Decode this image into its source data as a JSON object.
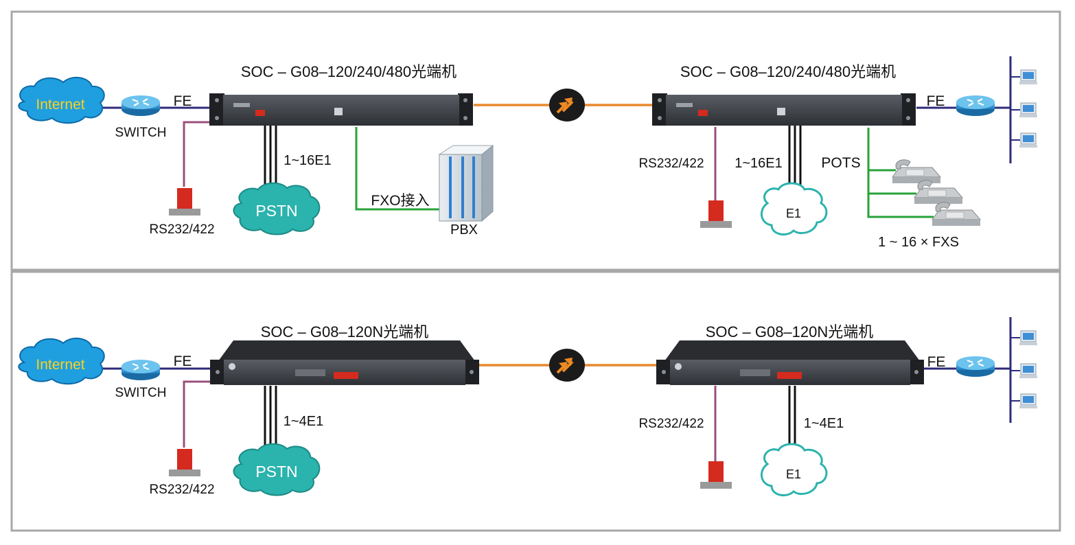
{
  "colors": {
    "frame": "#a8a8a8",
    "fiber": "#e8892f",
    "ethernet": "#2e2a7a",
    "serial": "#9b4f7b",
    "fxo": "#27a23a",
    "e1": "#111111",
    "pstn_cloud": "#2bb3ad",
    "internet_cloud": "#1f9fe0",
    "internet_text": "#ffd21a",
    "device_body": "#3a3d42",
    "serial_device": "#d52a1e"
  },
  "panel_top": {
    "left_device_label": "SOC – G08–120/240/480光端机",
    "right_device_label": "SOC – G08–120/240/480光端机",
    "internet_label": "Internet",
    "fe_left": "FE",
    "switch_label": "SWITCH",
    "e1_left": "1~16E1",
    "pstn_label": "PSTN",
    "rs_left": "RS232/422",
    "fxo_label": "FXO接入",
    "pbx_label": "PBX",
    "rs_right": "RS232/422",
    "e1_right": "1~16E1",
    "e1_cloud": "E1",
    "pots_label": "POTS",
    "fxs_label": "1 ~ 16 × FXS",
    "fe_right": "FE"
  },
  "panel_bottom": {
    "left_device_label": "SOC – G08–120N光端机",
    "right_device_label": "SOC – G08–120N光端机",
    "internet_label": "Internet",
    "fe_left": "FE",
    "switch_label": "SWITCH",
    "e1_left": "1~4E1",
    "pstn_label": "PSTN",
    "rs_left": "RS232/422",
    "rs_right": "RS232/422",
    "e1_right": "1~4E1",
    "e1_cloud": "E1",
    "fe_right": "FE"
  },
  "icons": {
    "optical_link": "optical-link-icon",
    "router": "router-icon",
    "computer": "computer-icon",
    "telephone": "telephone-icon",
    "pbx": "pbx-cabinet-icon",
    "serial": "serial-device-icon"
  }
}
